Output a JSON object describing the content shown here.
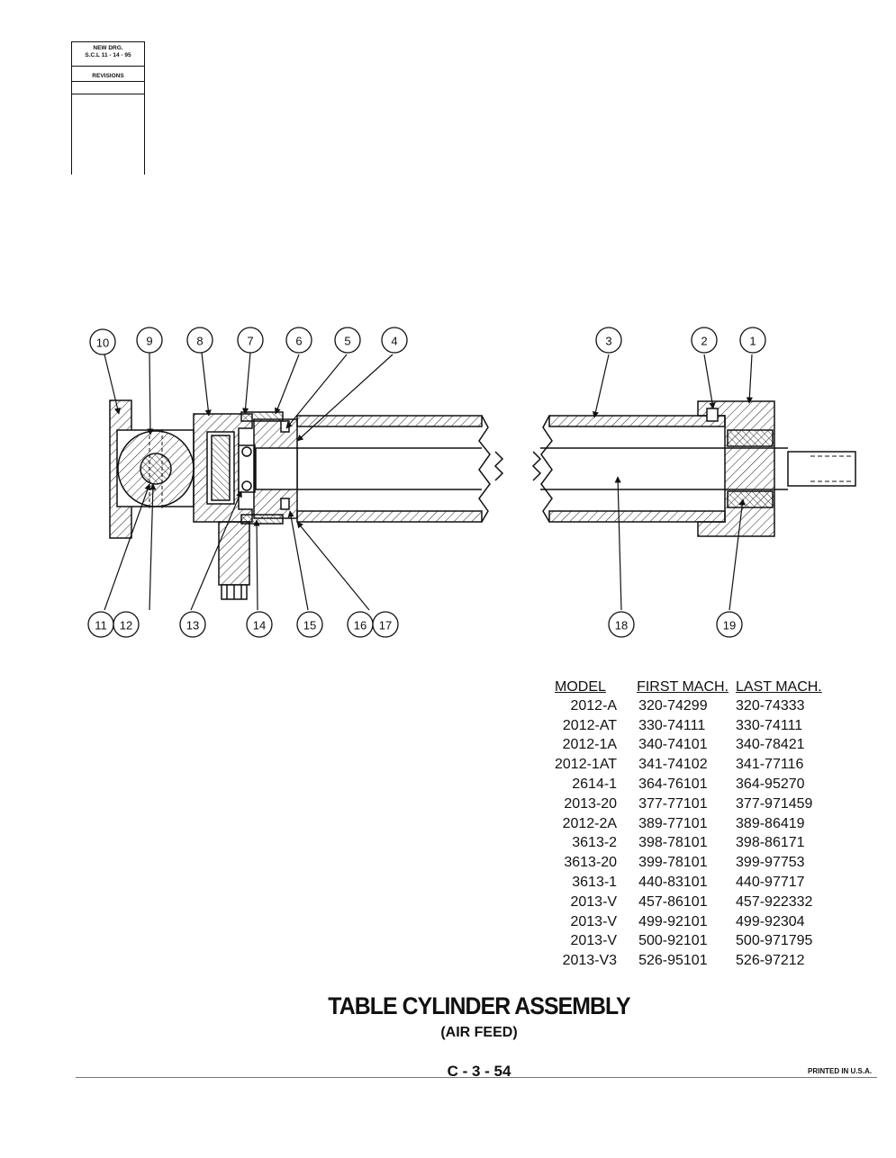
{
  "revisions": {
    "line1": "NEW DRG.",
    "line2": "S.C.L 11 - 14 - 95",
    "label": "REVISIONS"
  },
  "callouts": {
    "c1": "1",
    "c2": "2",
    "c3": "3",
    "c4": "4",
    "c5": "5",
    "c6": "6",
    "c7": "7",
    "c8": "8",
    "c9": "9",
    "c10": "10",
    "c11": "11",
    "c12": "12",
    "c13": "13",
    "c14": "14",
    "c15": "15",
    "c16": "16",
    "c17": "17",
    "c18": "18",
    "c19": "19"
  },
  "table": {
    "headers": {
      "model": "MODEL",
      "first": "FIRST MACH.",
      "last": "LAST MACH."
    },
    "rows": [
      {
        "model": "2012-A",
        "first": "320-74299",
        "last": "320-74333"
      },
      {
        "model": "2012-AT",
        "first": "330-74111",
        "last": "330-74111"
      },
      {
        "model": "2012-1A",
        "first": "340-74101",
        "last": "340-78421"
      },
      {
        "model": "2012-1AT",
        "first": "341-74102",
        "last": "341-77116"
      },
      {
        "model": "2614-1",
        "first": "364-76101",
        "last": "364-95270"
      },
      {
        "model": "2013-20",
        "first": "377-77101",
        "last": "377-971459"
      },
      {
        "model": "2012-2A",
        "first": "389-77101",
        "last": "389-86419"
      },
      {
        "model": "3613-2",
        "first": "398-78101",
        "last": "398-86171"
      },
      {
        "model": "3613-20",
        "first": "399-78101",
        "last": "399-97753"
      },
      {
        "model": "3613-1",
        "first": "440-83101",
        "last": "440-97717"
      },
      {
        "model": "2013-V",
        "first": "457-86101",
        "last": "457-922332"
      },
      {
        "model": "2013-V",
        "first": "499-92101",
        "last": "499-92304"
      },
      {
        "model": "2013-V",
        "first": "500-92101",
        "last": "500-971795"
      },
      {
        "model": "2013-V3",
        "first": "526-95101",
        "last": "526-97212"
      }
    ]
  },
  "title": "TABLE CYLINDER ASSEMBLY",
  "subtitle": "(AIR FEED)",
  "page_number": "C - 3 - 54",
  "printed": "PRINTED IN U.S.A."
}
